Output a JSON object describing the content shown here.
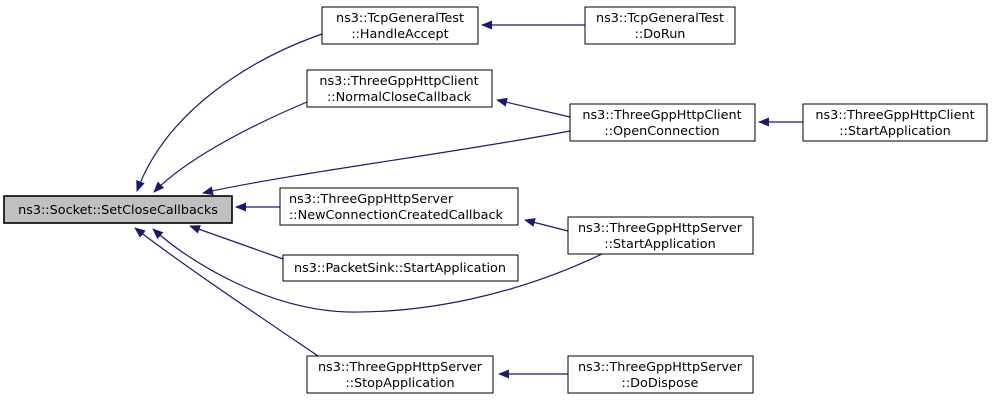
{
  "diagram": {
    "kind": "caller-graph",
    "colors": {
      "background": "#ffffff",
      "edge": "#191970",
      "node_fill": "#ffffff",
      "node_border": "#000000",
      "focus_fill": "#c0c0c0",
      "focus_border": "#000000",
      "text": "#000000"
    },
    "nodes": {
      "focus": {
        "line1": "ns3::Socket::SetCloseCallbacks"
      },
      "handle_accept": {
        "line1": "ns3::TcpGeneralTest",
        "line2": "::HandleAccept"
      },
      "do_run": {
        "line1": "ns3::TcpGeneralTest",
        "line2": "::DoRun"
      },
      "normal_close_callback": {
        "line1": "ns3::ThreeGppHttpClient",
        "line2": "::NormalCloseCallback"
      },
      "open_connection": {
        "line1": "ns3::ThreeGppHttpClient",
        "line2": "::OpenConnection"
      },
      "client_start_application": {
        "line1": "ns3::ThreeGppHttpClient",
        "line2": "::StartApplication"
      },
      "new_connection_created_callback": {
        "line1": "ns3::ThreeGppHttpServer",
        "line2": "::NewConnectionCreatedCallback"
      },
      "server_start_application": {
        "line1": "ns3::ThreeGppHttpServer",
        "line2": "::StartApplication"
      },
      "packet_sink_start_application": {
        "line1": "ns3::PacketSink::StartApplication"
      },
      "stop_application": {
        "line1": "ns3::ThreeGppHttpServer",
        "line2": "::StopApplication"
      },
      "do_dispose": {
        "line1": "ns3::ThreeGppHttpServer",
        "line2": "::DoDispose"
      }
    },
    "edges": [
      {
        "from": "ns3::TcpGeneralTest::HandleAccept",
        "to": "ns3::Socket::SetCloseCallbacks"
      },
      {
        "from": "ns3::TcpGeneralTest::DoRun",
        "to": "ns3::TcpGeneralTest::HandleAccept"
      },
      {
        "from": "ns3::ThreeGppHttpClient::NormalCloseCallback",
        "to": "ns3::Socket::SetCloseCallbacks"
      },
      {
        "from": "ns3::ThreeGppHttpClient::OpenConnection",
        "to": "ns3::ThreeGppHttpClient::NormalCloseCallback"
      },
      {
        "from": "ns3::ThreeGppHttpClient::OpenConnection",
        "to": "ns3::Socket::SetCloseCallbacks"
      },
      {
        "from": "ns3::ThreeGppHttpClient::StartApplication",
        "to": "ns3::ThreeGppHttpClient::OpenConnection"
      },
      {
        "from": "ns3::ThreeGppHttpServer::NewConnectionCreatedCallback",
        "to": "ns3::Socket::SetCloseCallbacks"
      },
      {
        "from": "ns3::ThreeGppHttpServer::StartApplication",
        "to": "ns3::ThreeGppHttpServer::NewConnectionCreatedCallback"
      },
      {
        "from": "ns3::ThreeGppHttpServer::StartApplication",
        "to": "ns3::Socket::SetCloseCallbacks"
      },
      {
        "from": "ns3::PacketSink::StartApplication",
        "to": "ns3::Socket::SetCloseCallbacks"
      },
      {
        "from": "ns3::ThreeGppHttpServer::StopApplication",
        "to": "ns3::Socket::SetCloseCallbacks"
      },
      {
        "from": "ns3::ThreeGppHttpServer::DoDispose",
        "to": "ns3::ThreeGppHttpServer::StopApplication"
      }
    ]
  }
}
